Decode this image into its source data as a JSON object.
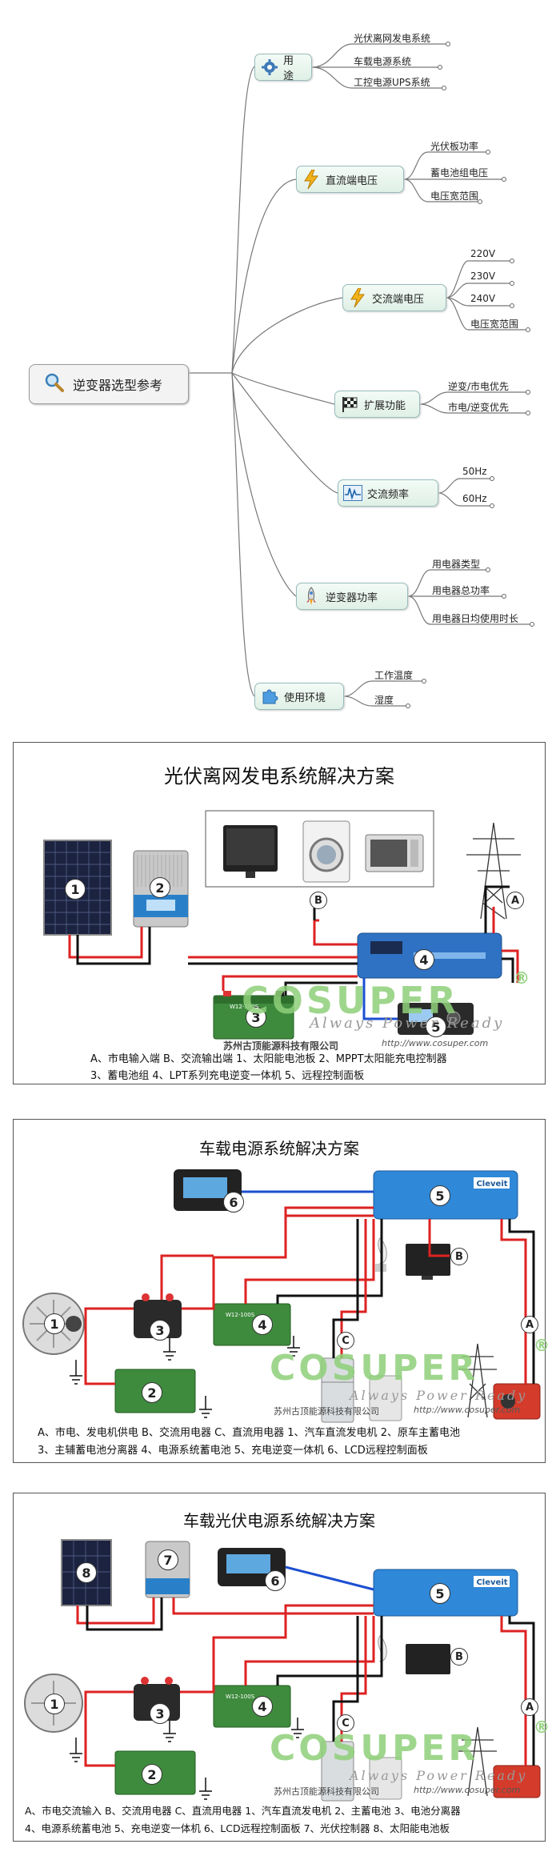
{
  "mindmap": {
    "root": "逆变器选型参考",
    "categories": [
      {
        "label": "用途",
        "icon": "gear-icon",
        "items": [
          "光伏离网发电系统",
          "车载电源系统",
          "工控电源UPS系统"
        ]
      },
      {
        "label": "直流端电压",
        "icon": "lightning-icon",
        "items": [
          "光伏板功率",
          "蓄电池组电压",
          "电压宽范围"
        ]
      },
      {
        "label": "交流端电压",
        "icon": "lightning-icon",
        "items": [
          "220V",
          "230V",
          "240V",
          "电压宽范围"
        ]
      },
      {
        "label": "扩展功能",
        "icon": "checkered-flag-icon",
        "items": [
          "逆变/市电优先",
          "市电/逆变优先"
        ]
      },
      {
        "label": "交流频率",
        "icon": "waveform-icon",
        "items": [
          "50Hz",
          "60Hz"
        ]
      },
      {
        "label": "逆变器功率",
        "icon": "rocket-icon",
        "items": [
          "用电器类型",
          "用电器总功率",
          "用电器日均使用时长"
        ]
      },
      {
        "label": "使用环境",
        "icon": "puzzle-icon",
        "items": [
          "工作温度",
          "湿度"
        ]
      }
    ]
  },
  "panel1": {
    "title": "光伏离网发电系统解决方案",
    "nums": [
      "1",
      "2",
      "3",
      "4",
      "5"
    ],
    "ac_labels": [
      "B",
      "A"
    ],
    "brand": "COSUPER",
    "slogan": "Always Power Ready",
    "company": "苏州古顶能源科技有限公司",
    "url": "http://www.cosuper.com",
    "caption_line1": "A、市电输入端   B、交流输出端   1、太阳能电池板   2、MPPT太阳能充电控制器",
    "caption_line2": "3、蓄电池组                  4、LPT系列充电逆变一体机          5、远程控制面板",
    "battery_label": "W12-100S"
  },
  "panel2": {
    "title": "车载电源系统解决方案",
    "nums": [
      "1",
      "2",
      "3",
      "4",
      "5",
      "6"
    ],
    "ac_labels": [
      "B",
      "C",
      "A"
    ],
    "brand": "COSUPER",
    "slogan": "Always Power Ready",
    "company": "苏州古顶能源科技有限公司",
    "url": "http://www.cosuper.com",
    "caption_line1": "A、市电、发电机供电 B、交流用电器 C、直流用电器  1、汽车直流发电机  2、原车主蓄电池",
    "caption_line2": "3、主辅蓄电池分离器     4、电源系统蓄电池         5、充电逆变一体机     6、LCD远程控制面板",
    "inverter_brand": "Cleveit",
    "battery_label": "W12-100S"
  },
  "panel3": {
    "title": "车载光伏电源系统解决方案",
    "nums": [
      "1",
      "2",
      "3",
      "4",
      "5",
      "6",
      "7",
      "8"
    ],
    "ac_labels": [
      "B",
      "C",
      "A"
    ],
    "brand": "COSUPER",
    "slogan": "Always Power Ready",
    "company": "苏州古顶能源科技有限公司",
    "url": "http://www.cosuper.com",
    "caption_line1": "A、市电交流输入 B、交流用电器 C、直流用电器 1、汽车直流发电机 2、主蓄电池  3、电池分离器",
    "caption_line2": "4、电源系统蓄电池  5、充电逆变一体机  6、LCD远程控制面板  7、光伏控制器  8、太阳能电池板",
    "inverter_brand": "Cleveit",
    "battery_label": "W12-100S"
  }
}
